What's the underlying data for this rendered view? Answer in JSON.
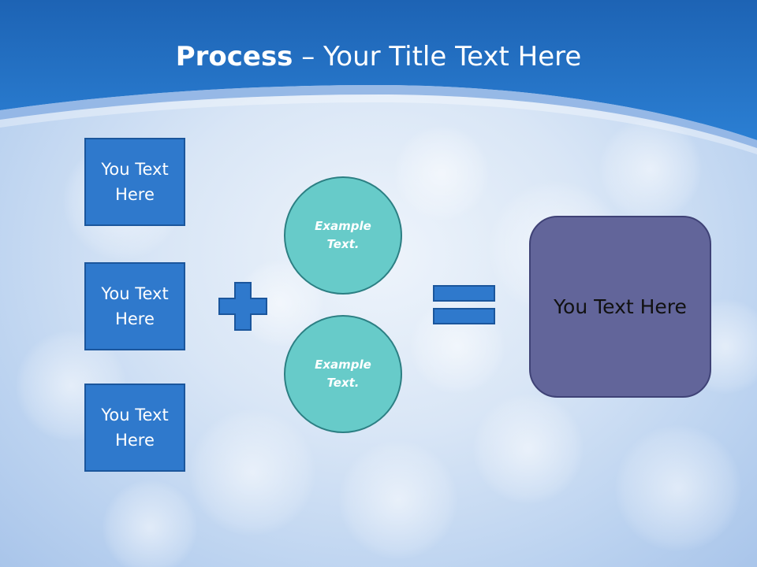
{
  "title": {
    "bold": "Process",
    "rest": " – Your Title Text Here"
  },
  "inputs": [
    {
      "label": "You Text Here"
    },
    {
      "label": "You Text Here"
    },
    {
      "label": "You Text Here"
    }
  ],
  "operators": [
    {
      "label": "Example Text."
    },
    {
      "label": "Example Text."
    }
  ],
  "result": {
    "label": "You Text Here"
  },
  "colors": {
    "header": "#1f6fc5",
    "input_box": "#2f79cc",
    "operator_circle": "#67cbc9",
    "result_box": "#62659a"
  },
  "icons": {
    "plus": "plus-icon",
    "equals": "equals-icon"
  }
}
